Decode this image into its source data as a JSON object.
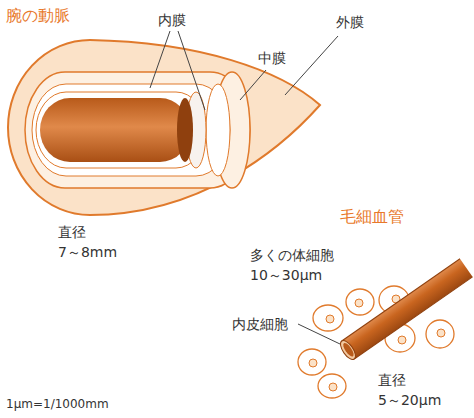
{
  "diagram": {
    "labels": [
      "腕の動脈",
      "内膜",
      "中膜",
      "外膜",
      "直径 7～8mm",
      "毛細血管",
      "多くの体細胞 10～30μm",
      "内皮細胞",
      "直径 5～20μm",
      "1μm=1/1000mm"
    ]
  }
}
